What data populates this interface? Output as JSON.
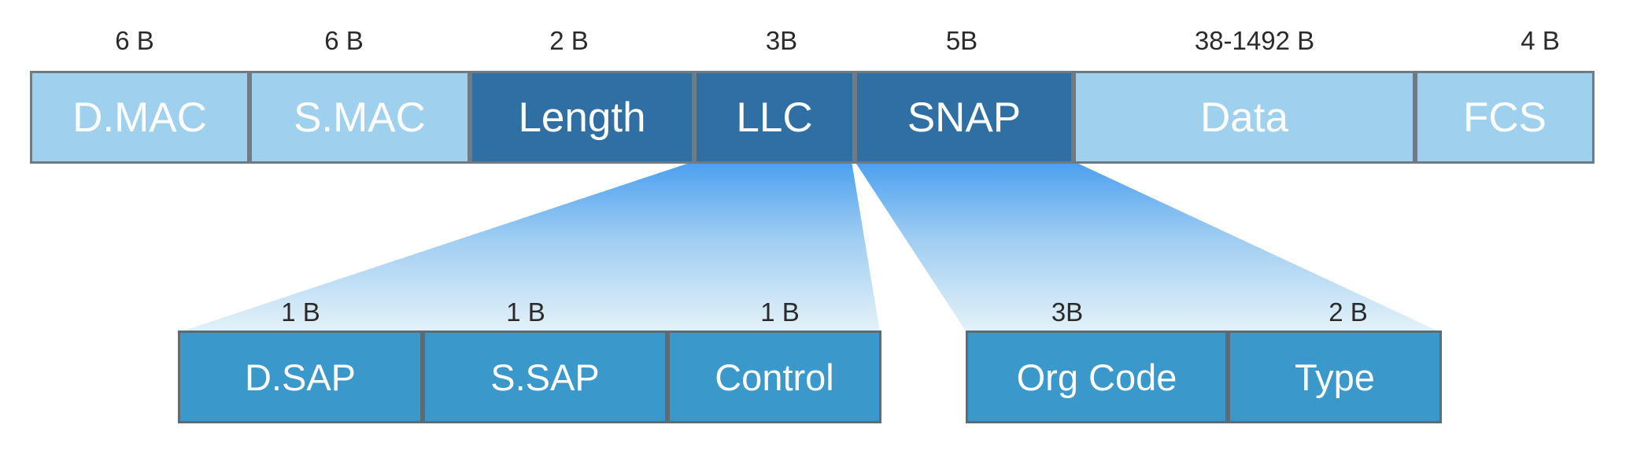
{
  "ethernet_frame": {
    "fields": [
      {
        "label": "D.MAC",
        "size": "6 B"
      },
      {
        "label": "S.MAC",
        "size": "6 B"
      },
      {
        "label": "Length",
        "size": "2 B"
      },
      {
        "label": "LLC",
        "size": "3B"
      },
      {
        "label": "SNAP",
        "size": "5B"
      },
      {
        "label": "Data",
        "size": "38-1492  B"
      },
      {
        "label": "FCS",
        "size": "4 B"
      }
    ]
  },
  "llc_header": {
    "fields": [
      {
        "label": "D.SAP",
        "size": "1 B"
      },
      {
        "label": "S.SAP",
        "size": "1 B"
      },
      {
        "label": "Control",
        "size": "1 B"
      }
    ]
  },
  "snap_header": {
    "fields": [
      {
        "label": "Org Code",
        "size": "3B"
      },
      {
        "label": "Type",
        "size": "2 B"
      }
    ]
  },
  "colors": {
    "light_field": "#9fd0ee",
    "dark_field": "#2f6fa4",
    "sub_field": "#3a98ca",
    "border": "#6f7a82",
    "expansion_gradient_top": "#4a9ff0",
    "expansion_gradient_bottom": "#e4f2f8"
  }
}
